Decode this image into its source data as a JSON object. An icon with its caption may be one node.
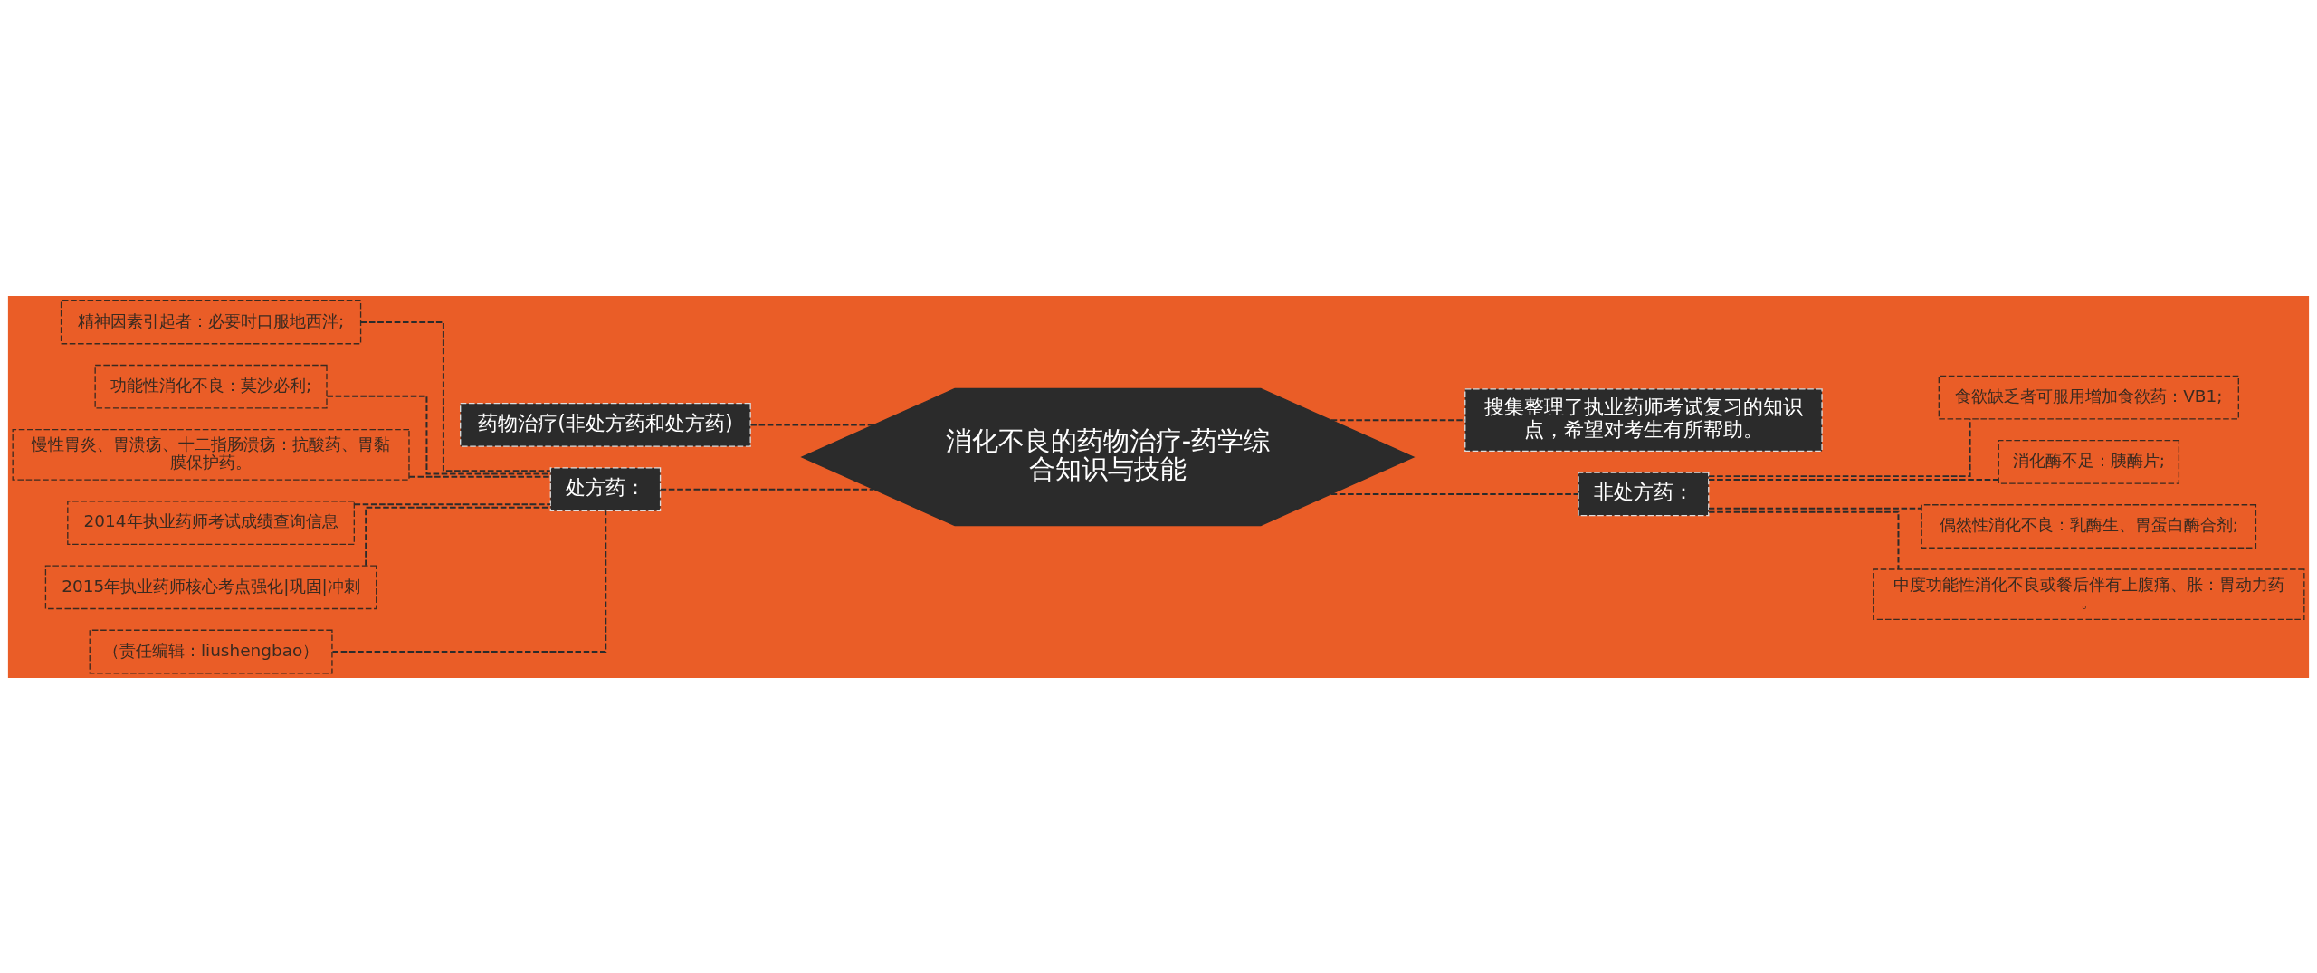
{
  "diagram": {
    "nodes": [
      {
        "text": [
          "消化不良的药物治疗-药学综合知识与技能"
        ]
      },
      {
        "text": [
          "药物治疗(非处方药和处方药)"
        ]
      },
      {
        "text": [
          "处方药："
        ]
      },
      {
        "text": [
          "精神因素引起者：必要时口服地西泮;"
        ]
      },
      {
        "text": [
          "功能性消化不良：莫沙必利;"
        ]
      },
      {
        "text": [
          "慢性胃炎、胃溃疡、十二指肠溃疡：抗酸药、胃黏膜保护药。"
        ]
      },
      {
        "text": [
          "2014年执业药师考试成绩查询信息"
        ]
      },
      {
        "text": [
          "2015年执业药师核心考点强化|巩固|冲刺"
        ]
      },
      {
        "text": [
          "（责任编辑：liushengbao）"
        ]
      },
      {
        "text": [
          "搜集整理了执业药师考试复习的知识点，希望对考生有所帮助。"
        ]
      },
      {
        "text": [
          "非处方药："
        ]
      },
      {
        "text": [
          "食欲缺乏者可服用增加食欲药：VB1;"
        ]
      },
      {
        "text": [
          "消化酶不足：胰酶片;"
        ]
      },
      {
        "text": [
          "偶然性消化不良：乳酶生、胃蛋白酶合剂;"
        ]
      },
      {
        "text": [
          "中度功能性消化不良或餐后伴有上腹痛、胀：胃动力药。"
        ]
      }
    ],
    "edges": [
      {
        "from": 0,
        "to": 1,
        "arrow": "none",
        "style": "dashed"
      },
      {
        "from": 0,
        "to": 2,
        "arrow": "none",
        "style": "dashed"
      },
      {
        "from": 2,
        "to": 3,
        "arrow": "none",
        "style": "dashed"
      },
      {
        "from": 2,
        "to": 4,
        "arrow": "none",
        "style": "dashed"
      },
      {
        "from": 2,
        "to": 5,
        "arrow": "none",
        "style": "dashed"
      },
      {
        "from": 2,
        "to": 6,
        "arrow": "none",
        "style": "dashed"
      },
      {
        "from": 2,
        "to": 7,
        "arrow": "none",
        "style": "dashed"
      },
      {
        "from": 2,
        "to": 8,
        "arrow": "none",
        "style": "dashed"
      },
      {
        "from": 0,
        "to": 9,
        "arrow": "none",
        "style": "dashed"
      },
      {
        "from": 0,
        "to": 10,
        "arrow": "none",
        "style": "dashed"
      },
      {
        "from": 10,
        "to": 11,
        "arrow": "none",
        "style": "dashed"
      },
      {
        "from": 10,
        "to": 12,
        "arrow": "none",
        "style": "dashed"
      },
      {
        "from": 10,
        "to": 13,
        "arrow": "none",
        "style": "dashed"
      },
      {
        "from": 10,
        "to": 14,
        "arrow": "none",
        "style": "dashed"
      }
    ]
  }
}
